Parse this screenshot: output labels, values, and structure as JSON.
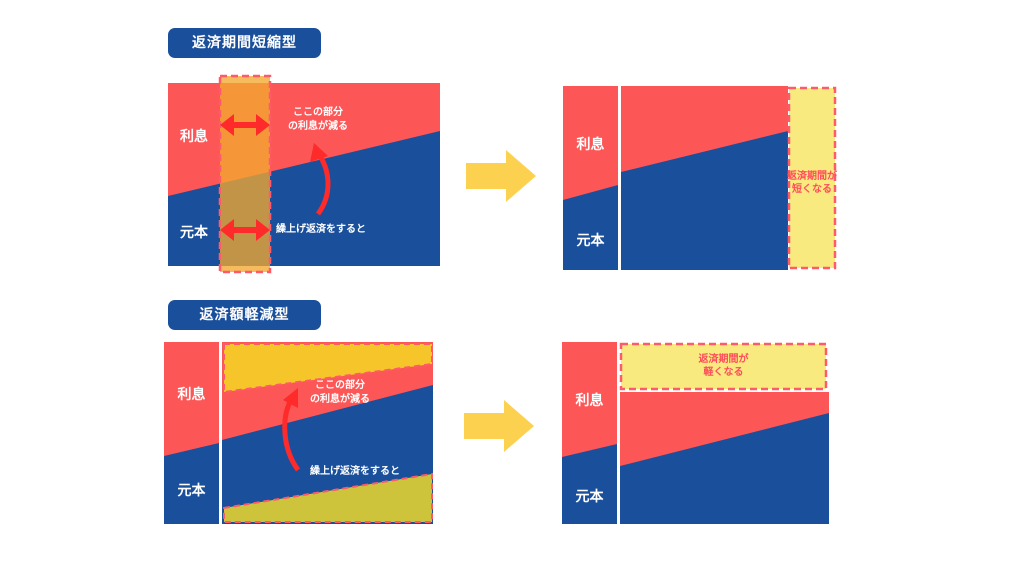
{
  "top": {
    "title": "返済期間短縮型",
    "interest_label": "利息",
    "principal_label": "元本",
    "annotation_reduce_line1": "ここの部分",
    "annotation_reduce_line2": "の利息が減る",
    "annotation_prepay": "繰上げ返済をすると",
    "right_interest_label": "利息",
    "right_principal_label": "元本",
    "result_line1": "返済期間が",
    "result_line2": "短くなる"
  },
  "bottom": {
    "title": "返済額軽減型",
    "interest_label": "利息",
    "principal_label": "元本",
    "annotation_reduce_line1": "ここの部分",
    "annotation_reduce_line2": "の利息が減る",
    "annotation_prepay": "繰上げ返済をすると",
    "right_interest_label": "利息",
    "right_principal_label": "元本",
    "result_line1": "返済期間が",
    "result_line2": "軽くなる"
  },
  "colors": {
    "interest": "#fd5656",
    "principal": "#1a4f9c",
    "highlight": "#f9ea7f",
    "dash": "#ff5a6a",
    "arrow": "#ff2a2a",
    "big_arrow": "#fdd150"
  }
}
